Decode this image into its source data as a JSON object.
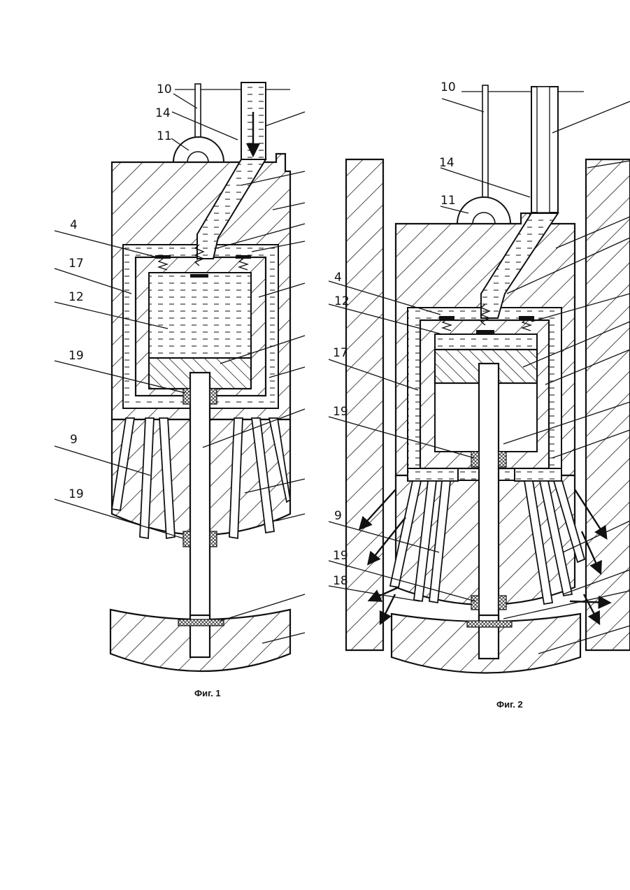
{
  "figure1": {
    "caption": "Фиг. 1",
    "labels": [
      "10",
      "14",
      "11",
      "4",
      "17",
      "12",
      "19",
      "9",
      "19"
    ]
  },
  "figure2": {
    "caption": "Фиг. 2",
    "labels": [
      "10",
      "14",
      "11",
      "4",
      "12",
      "17",
      "19",
      "9",
      "19",
      "18"
    ]
  }
}
